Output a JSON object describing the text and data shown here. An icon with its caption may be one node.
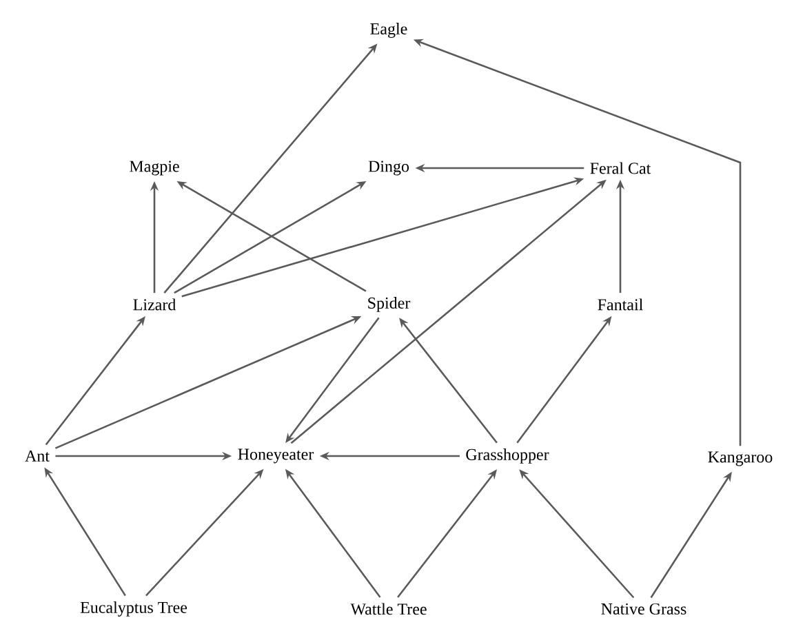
{
  "diagram": {
    "nodes": [
      {
        "text": [
          "Eagle"
        ]
      },
      {
        "text": [
          "Magpie"
        ]
      },
      {
        "text": [
          "Dingo"
        ]
      },
      {
        "text": [
          "Feral Cat"
        ]
      },
      {
        "text": [
          "Lizard"
        ]
      },
      {
        "text": [
          "Spider"
        ]
      },
      {
        "text": [
          "Fantail"
        ]
      },
      {
        "text": [
          "Ant"
        ]
      },
      {
        "text": [
          "Honeyeater"
        ]
      },
      {
        "text": [
          "Grasshopper"
        ]
      },
      {
        "text": [
          "Kangaroo"
        ]
      },
      {
        "text": [
          "Eucalyptus Tree"
        ]
      },
      {
        "text": [
          "Wattle Tree"
        ]
      },
      {
        "text": [
          "Native Grass"
        ]
      }
    ],
    "edges": [
      {
        "from": 4,
        "to": 0,
        "arrow": "to"
      },
      {
        "from": 4,
        "to": 1,
        "arrow": "to"
      },
      {
        "from": 4,
        "to": 2,
        "arrow": "to"
      },
      {
        "from": 4,
        "to": 3,
        "arrow": "to"
      },
      {
        "from": 5,
        "to": 1,
        "arrow": "to"
      },
      {
        "from": 3,
        "to": 2,
        "arrow": "to"
      },
      {
        "from": 6,
        "to": 3,
        "arrow": "to"
      },
      {
        "from": 10,
        "to": 0,
        "arrow": "to"
      },
      {
        "from": 7,
        "to": 4,
        "arrow": "to"
      },
      {
        "from": 7,
        "to": 5,
        "arrow": "to"
      },
      {
        "from": 5,
        "to": 8,
        "arrow": "to"
      },
      {
        "from": 8,
        "to": 3,
        "arrow": "to"
      },
      {
        "from": 9,
        "to": 5,
        "arrow": "to"
      },
      {
        "from": 9,
        "to": 6,
        "arrow": "to"
      },
      {
        "from": 7,
        "to": 8,
        "arrow": "to"
      },
      {
        "from": 9,
        "to": 8,
        "arrow": "to"
      },
      {
        "from": 11,
        "to": 7,
        "arrow": "to"
      },
      {
        "from": 11,
        "to": 8,
        "arrow": "to"
      },
      {
        "from": 12,
        "to": 8,
        "arrow": "to"
      },
      {
        "from": 12,
        "to": 9,
        "arrow": "to"
      },
      {
        "from": 13,
        "to": 9,
        "arrow": "to"
      },
      {
        "from": 13,
        "to": 10,
        "arrow": "to"
      }
    ]
  }
}
